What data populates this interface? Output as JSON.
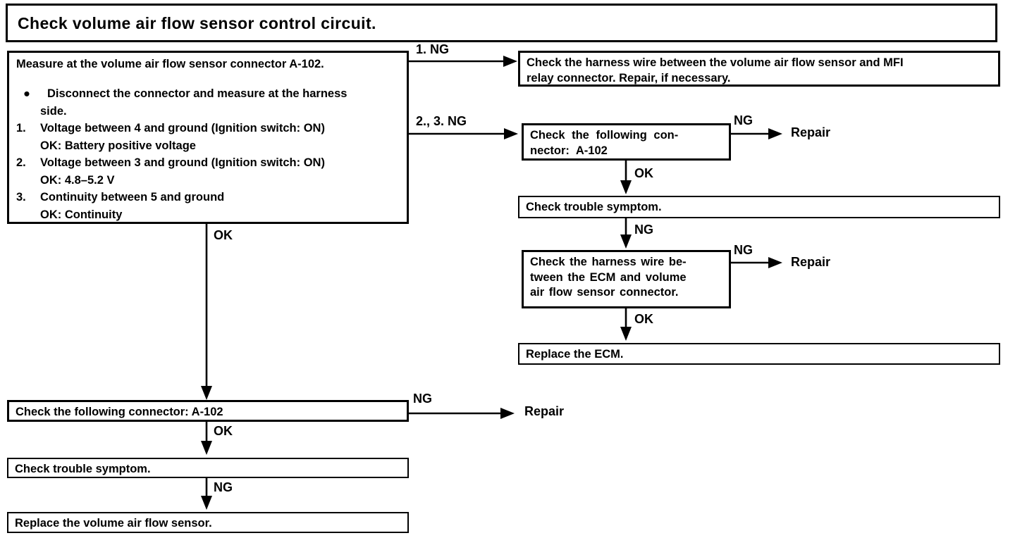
{
  "title": "Check volume air flow sensor control circuit.",
  "labels": {
    "ok": "OK",
    "ng": "NG",
    "ng_1": "1. NG",
    "ng_2_3": "2., 3. NG",
    "repair": "Repair"
  },
  "measure_box": {
    "heading": "Measure at the volume air flow sensor connector A-102.",
    "bullet_marker": "●",
    "bullet_lines": [
      "Disconnect the connector and measure at the harness",
      "side."
    ],
    "steps": [
      {
        "num": "1.",
        "text": "Voltage between 4 and ground (Ignition switch: ON)",
        "ok": "OK: Battery positive voltage"
      },
      {
        "num": "2.",
        "text": "Voltage between 3 and ground (Ignition switch: ON)",
        "ok": "OK: 4.8–5.2 V"
      },
      {
        "num": "3.",
        "text": "Continuity between 5 and ground",
        "ok": "OK: Continuity"
      }
    ]
  },
  "boxes": {
    "harness_mfi": {
      "lines": [
        "Check the harness wire between the volume air flow sensor and MFI",
        "relay connector. Repair, if necessary."
      ]
    },
    "connector_right": {
      "lines": [
        "Check the following con-",
        "nector: A-102"
      ]
    },
    "trouble_right": {
      "text": "Check trouble symptom."
    },
    "ecm_harness": {
      "lines": [
        "Check the harness wire be-",
        "tween the ECM and volume",
        "air flow sensor connector."
      ]
    },
    "replace_ecm": {
      "text": "Replace the ECM."
    },
    "connector_left": {
      "text": "Check the following connector: A-102"
    },
    "trouble_left": {
      "text": "Check trouble symptom."
    },
    "replace_sensor": {
      "text": "Replace the volume air flow sensor."
    }
  },
  "colors": {
    "ink": "#000000",
    "paper": "#ffffff"
  }
}
